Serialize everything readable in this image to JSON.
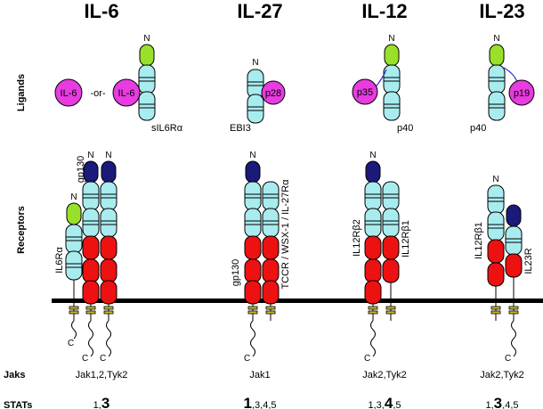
{
  "titles": {
    "il6": "IL-6",
    "il27": "IL-27",
    "il12": "IL-12",
    "il23": "IL-23"
  },
  "row_labels": {
    "ligands": "Ligands",
    "receptors": "Receptors",
    "jaks": "Jaks",
    "stats": "STATs"
  },
  "ligands": {
    "il6_a": "IL-6",
    "or_text": "-or-",
    "il6_b": "IL-6",
    "sil6ra": "sIL6Rα",
    "n_label": "N",
    "ebi3": "EBI3",
    "p28": "p28",
    "p35": "p35",
    "p40": "p40",
    "p19": "p19"
  },
  "receptors": {
    "gp130": "gp130",
    "il6ra": "IL6Rα",
    "tccr": "TCCR / WSX-1 / IL-27Rα",
    "il12rb2": "IL12Rβ2",
    "il12rb1": "IL12Rβ1",
    "il23r": "IL23R",
    "n_label": "N",
    "c_label": "C"
  },
  "jaks": {
    "il6": "Jak1,2,Tyk2",
    "il27": "Jak1",
    "il12": "Jak2,Tyk2",
    "il23": "Jak2,Tyk2"
  },
  "stats": {
    "il6": {
      "a": "1,",
      "b": "3",
      "c": ""
    },
    "il27": {
      "a": "1",
      "b": ",3,4,5",
      "c": ""
    },
    "il12": {
      "a": "1,3,",
      "b": "4",
      "c": ",5"
    },
    "il23": {
      "a": "1,",
      "b": "3",
      "c": ",4,5"
    }
  },
  "colors": {
    "cyan": "#a8ecef",
    "green": "#99e02a",
    "navy": "#1a1a7a",
    "red": "#ee1111",
    "magenta": "#e83be0",
    "olive": "#c8b830"
  }
}
